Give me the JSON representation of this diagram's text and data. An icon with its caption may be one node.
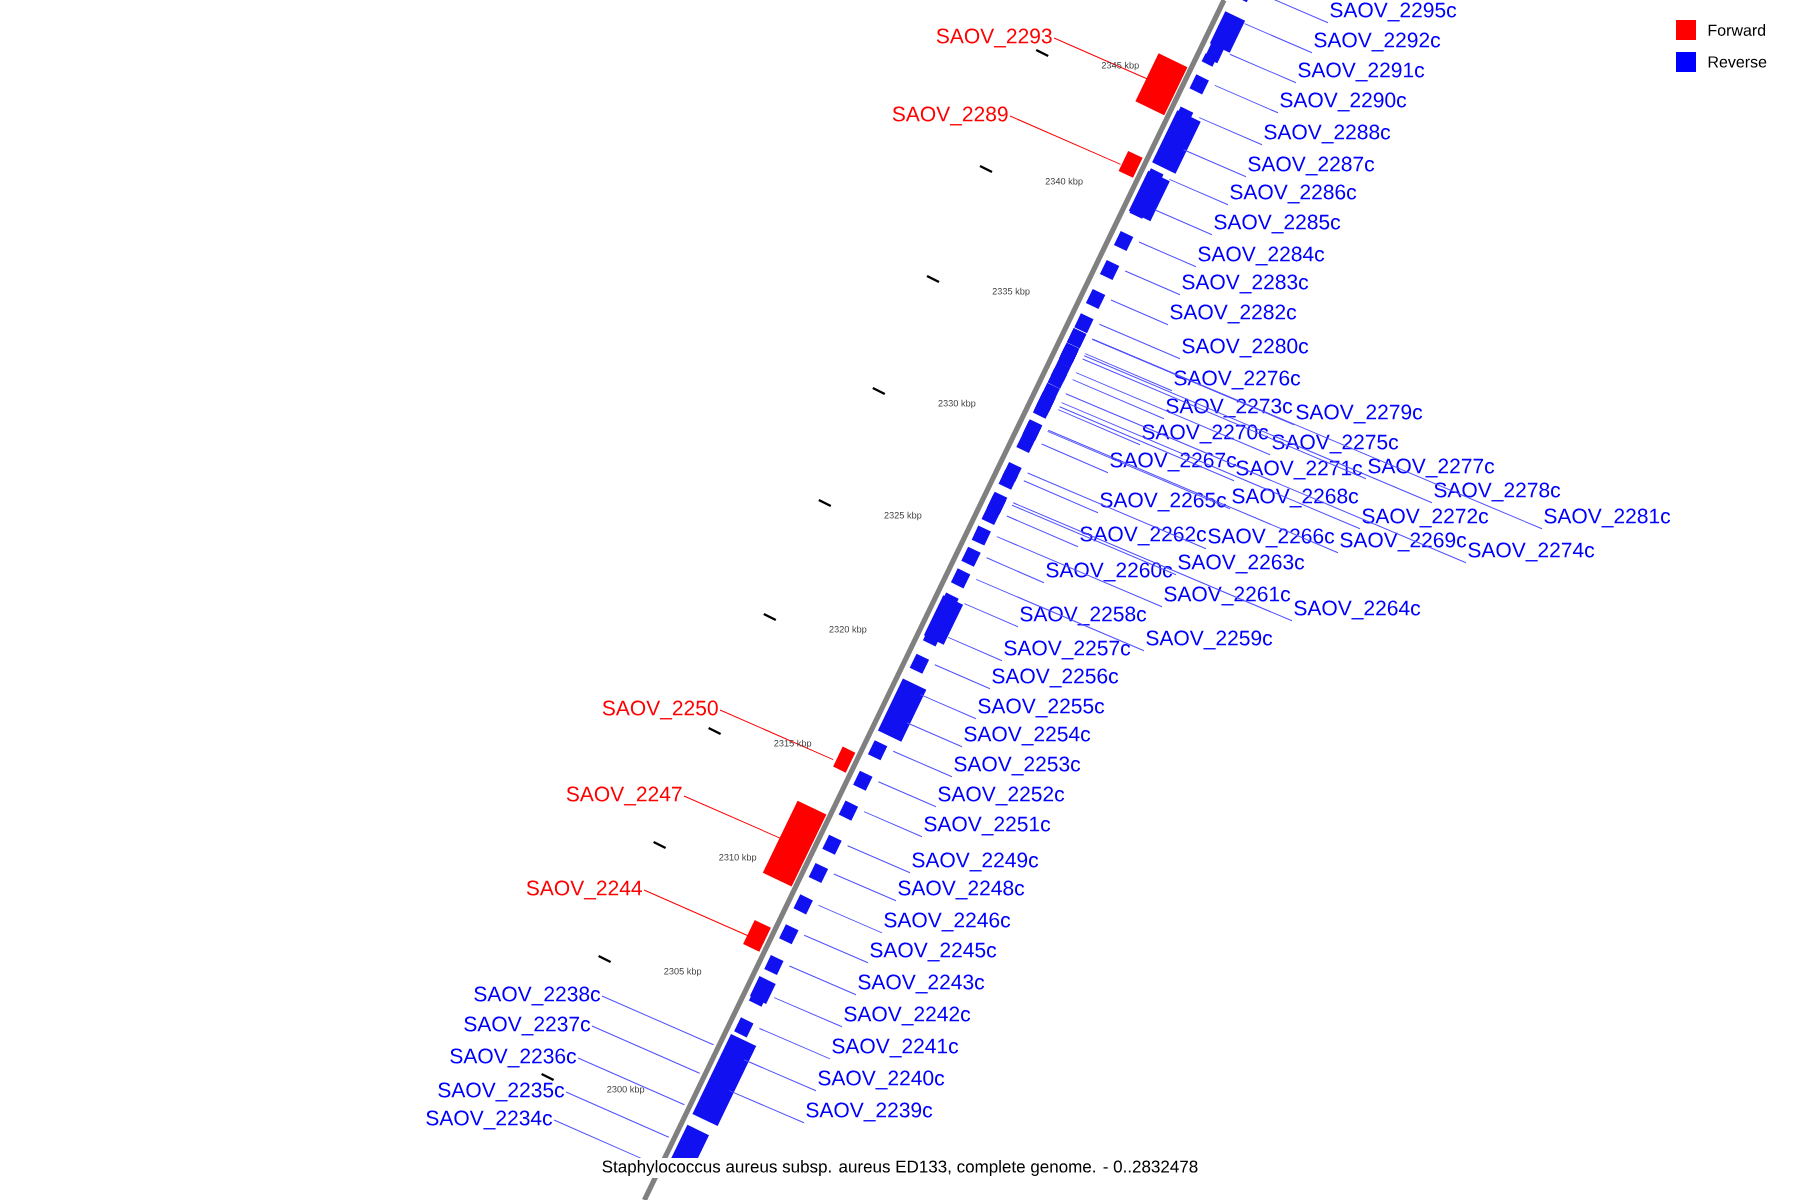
{
  "diagram": {
    "caption": "Staphylococcus aureus subsp. aureus ED133, complete genome. - 0..2832478",
    "nodes": [
      {
        "text": [
          "SAOV_2295c"
        ]
      },
      {
        "text": [
          "SAOV_2293"
        ]
      },
      {
        "text": [
          "SAOV_2292c"
        ]
      },
      {
        "text": [
          "SAOV_2291c"
        ]
      },
      {
        "text": [
          "SAOV_2290c"
        ]
      },
      {
        "text": [
          "SAOV_2289"
        ]
      },
      {
        "text": [
          "SAOV_2288c"
        ]
      },
      {
        "text": [
          "SAOV_2287c"
        ]
      },
      {
        "text": [
          "SAOV_2286c"
        ]
      },
      {
        "text": [
          "SAOV_2285c"
        ]
      },
      {
        "text": [
          "SAOV_2284c"
        ]
      },
      {
        "text": [
          "SAOV_2283c"
        ]
      },
      {
        "text": [
          "SAOV_2282c"
        ]
      },
      {
        "text": [
          "SAOV_2280c"
        ]
      },
      {
        "text": [
          "SAOV_2276c"
        ]
      },
      {
        "text": [
          "SAOV_2273c"
        ]
      },
      {
        "text": [
          "SAOV_2279c"
        ]
      },
      {
        "text": [
          "SAOV_2270c"
        ]
      },
      {
        "text": [
          "SAOV_2275c"
        ]
      },
      {
        "text": [
          "SAOV_2267c"
        ]
      },
      {
        "text": [
          "SAOV_2277c"
        ]
      },
      {
        "text": [
          "SAOV_2271c"
        ]
      },
      {
        "text": [
          "SAOV_2278c"
        ]
      },
      {
        "text": [
          "SAOV_2268c"
        ]
      },
      {
        "text": [
          "SAOV_2265c"
        ]
      },
      {
        "text": [
          "SAOV_2281c"
        ]
      },
      {
        "text": [
          "SAOV_2272c"
        ]
      },
      {
        "text": [
          "SAOV_2262c"
        ]
      },
      {
        "text": [
          "SAOV_2266c"
        ]
      },
      {
        "text": [
          "SAOV_2269c"
        ]
      },
      {
        "text": [
          "SAOV_2274c"
        ]
      },
      {
        "text": [
          "SAOV_2263c"
        ]
      },
      {
        "text": [
          "SAOV_2260c"
        ]
      },
      {
        "text": [
          "SAOV_2261c"
        ]
      },
      {
        "text": [
          "SAOV_2264c"
        ]
      },
      {
        "text": [
          "SAOV_2258c"
        ]
      },
      {
        "text": [
          "SAOV_2259c"
        ]
      },
      {
        "text": [
          "SAOV_2257c"
        ]
      },
      {
        "text": [
          "SAOV_2256c"
        ]
      },
      {
        "text": [
          "SAOV_2255c"
        ]
      },
      {
        "text": [
          "SAOV_2250"
        ]
      },
      {
        "text": [
          "SAOV_2254c"
        ]
      },
      {
        "text": [
          "SAOV_2253c"
        ]
      },
      {
        "text": [
          "SAOV_2252c"
        ]
      },
      {
        "text": [
          "SAOV_2247"
        ]
      },
      {
        "text": [
          "SAOV_2251c"
        ]
      },
      {
        "text": [
          "SAOV_2249c"
        ]
      },
      {
        "text": [
          "SAOV_2248c"
        ]
      },
      {
        "text": [
          "SAOV_2244"
        ]
      },
      {
        "text": [
          "SAOV_2246c"
        ]
      },
      {
        "text": [
          "SAOV_2245c"
        ]
      },
      {
        "text": [
          "SAOV_2243c"
        ]
      },
      {
        "text": [
          "SAOV_2238c"
        ]
      },
      {
        "text": [
          "SAOV_2242c"
        ]
      },
      {
        "text": [
          "SAOV_2237c"
        ]
      },
      {
        "text": [
          "SAOV_2241c"
        ]
      },
      {
        "text": [
          "SAOV_2236c"
        ]
      },
      {
        "text": [
          "SAOV_2240c"
        ]
      },
      {
        "text": [
          "SAOV_2235c"
        ]
      },
      {
        "text": [
          "SAOV_2239c"
        ]
      },
      {
        "text": [
          "SAOV_2234c"
        ]
      }
    ],
    "edges": [
      {
        "from": 0,
        "to": null,
        "arrow": "none"
      },
      {
        "from": 1,
        "to": null,
        "arrow": "none",
        "color": "#ff0000"
      },
      {
        "from": 2,
        "to": null,
        "arrow": "none"
      },
      {
        "from": 3,
        "to": null,
        "arrow": "none"
      },
      {
        "from": 4,
        "to": null,
        "arrow": "none"
      },
      {
        "from": 5,
        "to": null,
        "arrow": "none",
        "color": "#ff0000"
      },
      {
        "from": 6,
        "to": null,
        "arrow": "none"
      },
      {
        "from": 7,
        "to": null,
        "arrow": "none"
      },
      {
        "from": 8,
        "to": null,
        "arrow": "none"
      },
      {
        "from": 9,
        "to": null,
        "arrow": "none"
      },
      {
        "from": 10,
        "to": null,
        "arrow": "none"
      },
      {
        "from": 11,
        "to": null,
        "arrow": "none"
      },
      {
        "from": 12,
        "to": null,
        "arrow": "none"
      },
      {
        "from": 13,
        "to": null,
        "arrow": "none"
      },
      {
        "from": 14,
        "to": null,
        "arrow": "none"
      },
      {
        "from": 15,
        "to": null,
        "arrow": "none"
      },
      {
        "from": 16,
        "to": null,
        "arrow": "none"
      },
      {
        "from": 17,
        "to": null,
        "arrow": "none"
      },
      {
        "from": 18,
        "to": null,
        "arrow": "none"
      },
      {
        "from": 19,
        "to": null,
        "arrow": "none"
      },
      {
        "from": 20,
        "to": null,
        "arrow": "none"
      },
      {
        "from": 21,
        "to": null,
        "arrow": "none"
      },
      {
        "from": 22,
        "to": null,
        "arrow": "none"
      },
      {
        "from": 23,
        "to": null,
        "arrow": "none"
      },
      {
        "from": 24,
        "to": null,
        "arrow": "none"
      },
      {
        "from": 25,
        "to": null,
        "arrow": "none"
      },
      {
        "from": 26,
        "to": null,
        "arrow": "none"
      },
      {
        "from": 27,
        "to": null,
        "arrow": "none"
      },
      {
        "from": 28,
        "to": null,
        "arrow": "none"
      },
      {
        "from": 29,
        "to": null,
        "arrow": "none"
      },
      {
        "from": 30,
        "to": null,
        "arrow": "none"
      },
      {
        "from": 31,
        "to": null,
        "arrow": "none"
      },
      {
        "from": 32,
        "to": null,
        "arrow": "none"
      },
      {
        "from": 33,
        "to": null,
        "arrow": "none"
      },
      {
        "from": 34,
        "to": null,
        "arrow": "none"
      },
      {
        "from": 35,
        "to": null,
        "arrow": "none"
      },
      {
        "from": 36,
        "to": null,
        "arrow": "none"
      },
      {
        "from": 37,
        "to": null,
        "arrow": "none"
      },
      {
        "from": 38,
        "to": null,
        "arrow": "none"
      },
      {
        "from": 39,
        "to": null,
        "arrow": "none"
      },
      {
        "from": 40,
        "to": null,
        "arrow": "none",
        "color": "#ff0000"
      },
      {
        "from": 41,
        "to": null,
        "arrow": "none"
      },
      {
        "from": 42,
        "to": null,
        "arrow": "none"
      },
      {
        "from": 43,
        "to": null,
        "arrow": "none"
      },
      {
        "from": 44,
        "to": null,
        "arrow": "none",
        "color": "#ff0000"
      },
      {
        "from": 45,
        "to": null,
        "arrow": "none"
      },
      {
        "from": 46,
        "to": null,
        "arrow": "none"
      },
      {
        "from": 47,
        "to": null,
        "arrow": "none"
      },
      {
        "from": 48,
        "to": null,
        "arrow": "none",
        "color": "#ff0000"
      },
      {
        "from": 49,
        "to": null,
        "arrow": "none"
      },
      {
        "from": 50,
        "to": null,
        "arrow": "none"
      },
      {
        "from": 51,
        "to": null,
        "arrow": "none"
      },
      {
        "from": 52,
        "to": null,
        "arrow": "none"
      },
      {
        "from": 53,
        "to": null,
        "arrow": "none"
      },
      {
        "from": 54,
        "to": null,
        "arrow": "none"
      },
      {
        "from": 55,
        "to": null,
        "arrow": "none"
      },
      {
        "from": 56,
        "to": null,
        "arrow": "none"
      },
      {
        "from": 57,
        "to": null,
        "arrow": "none"
      },
      {
        "from": 58,
        "to": null,
        "arrow": "none"
      },
      {
        "from": 59,
        "to": null,
        "arrow": "none"
      },
      {
        "from": 60,
        "to": null,
        "arrow": "none"
      }
    ],
    "labels": [
      "2345 kbp",
      "2340 kbp",
      "2335 kbp",
      "2330 kbp",
      "2325 kbp",
      "2320 kbp",
      "2315 kbp",
      "2310 kbp",
      "2305 kbp",
      "2300 kbp"
    ],
    "legend": [
      {
        "text": "Forward",
        "color": "#ff0000"
      },
      {
        "text": "Reverse",
        "color": "#0000ff"
      }
    ]
  }
}
